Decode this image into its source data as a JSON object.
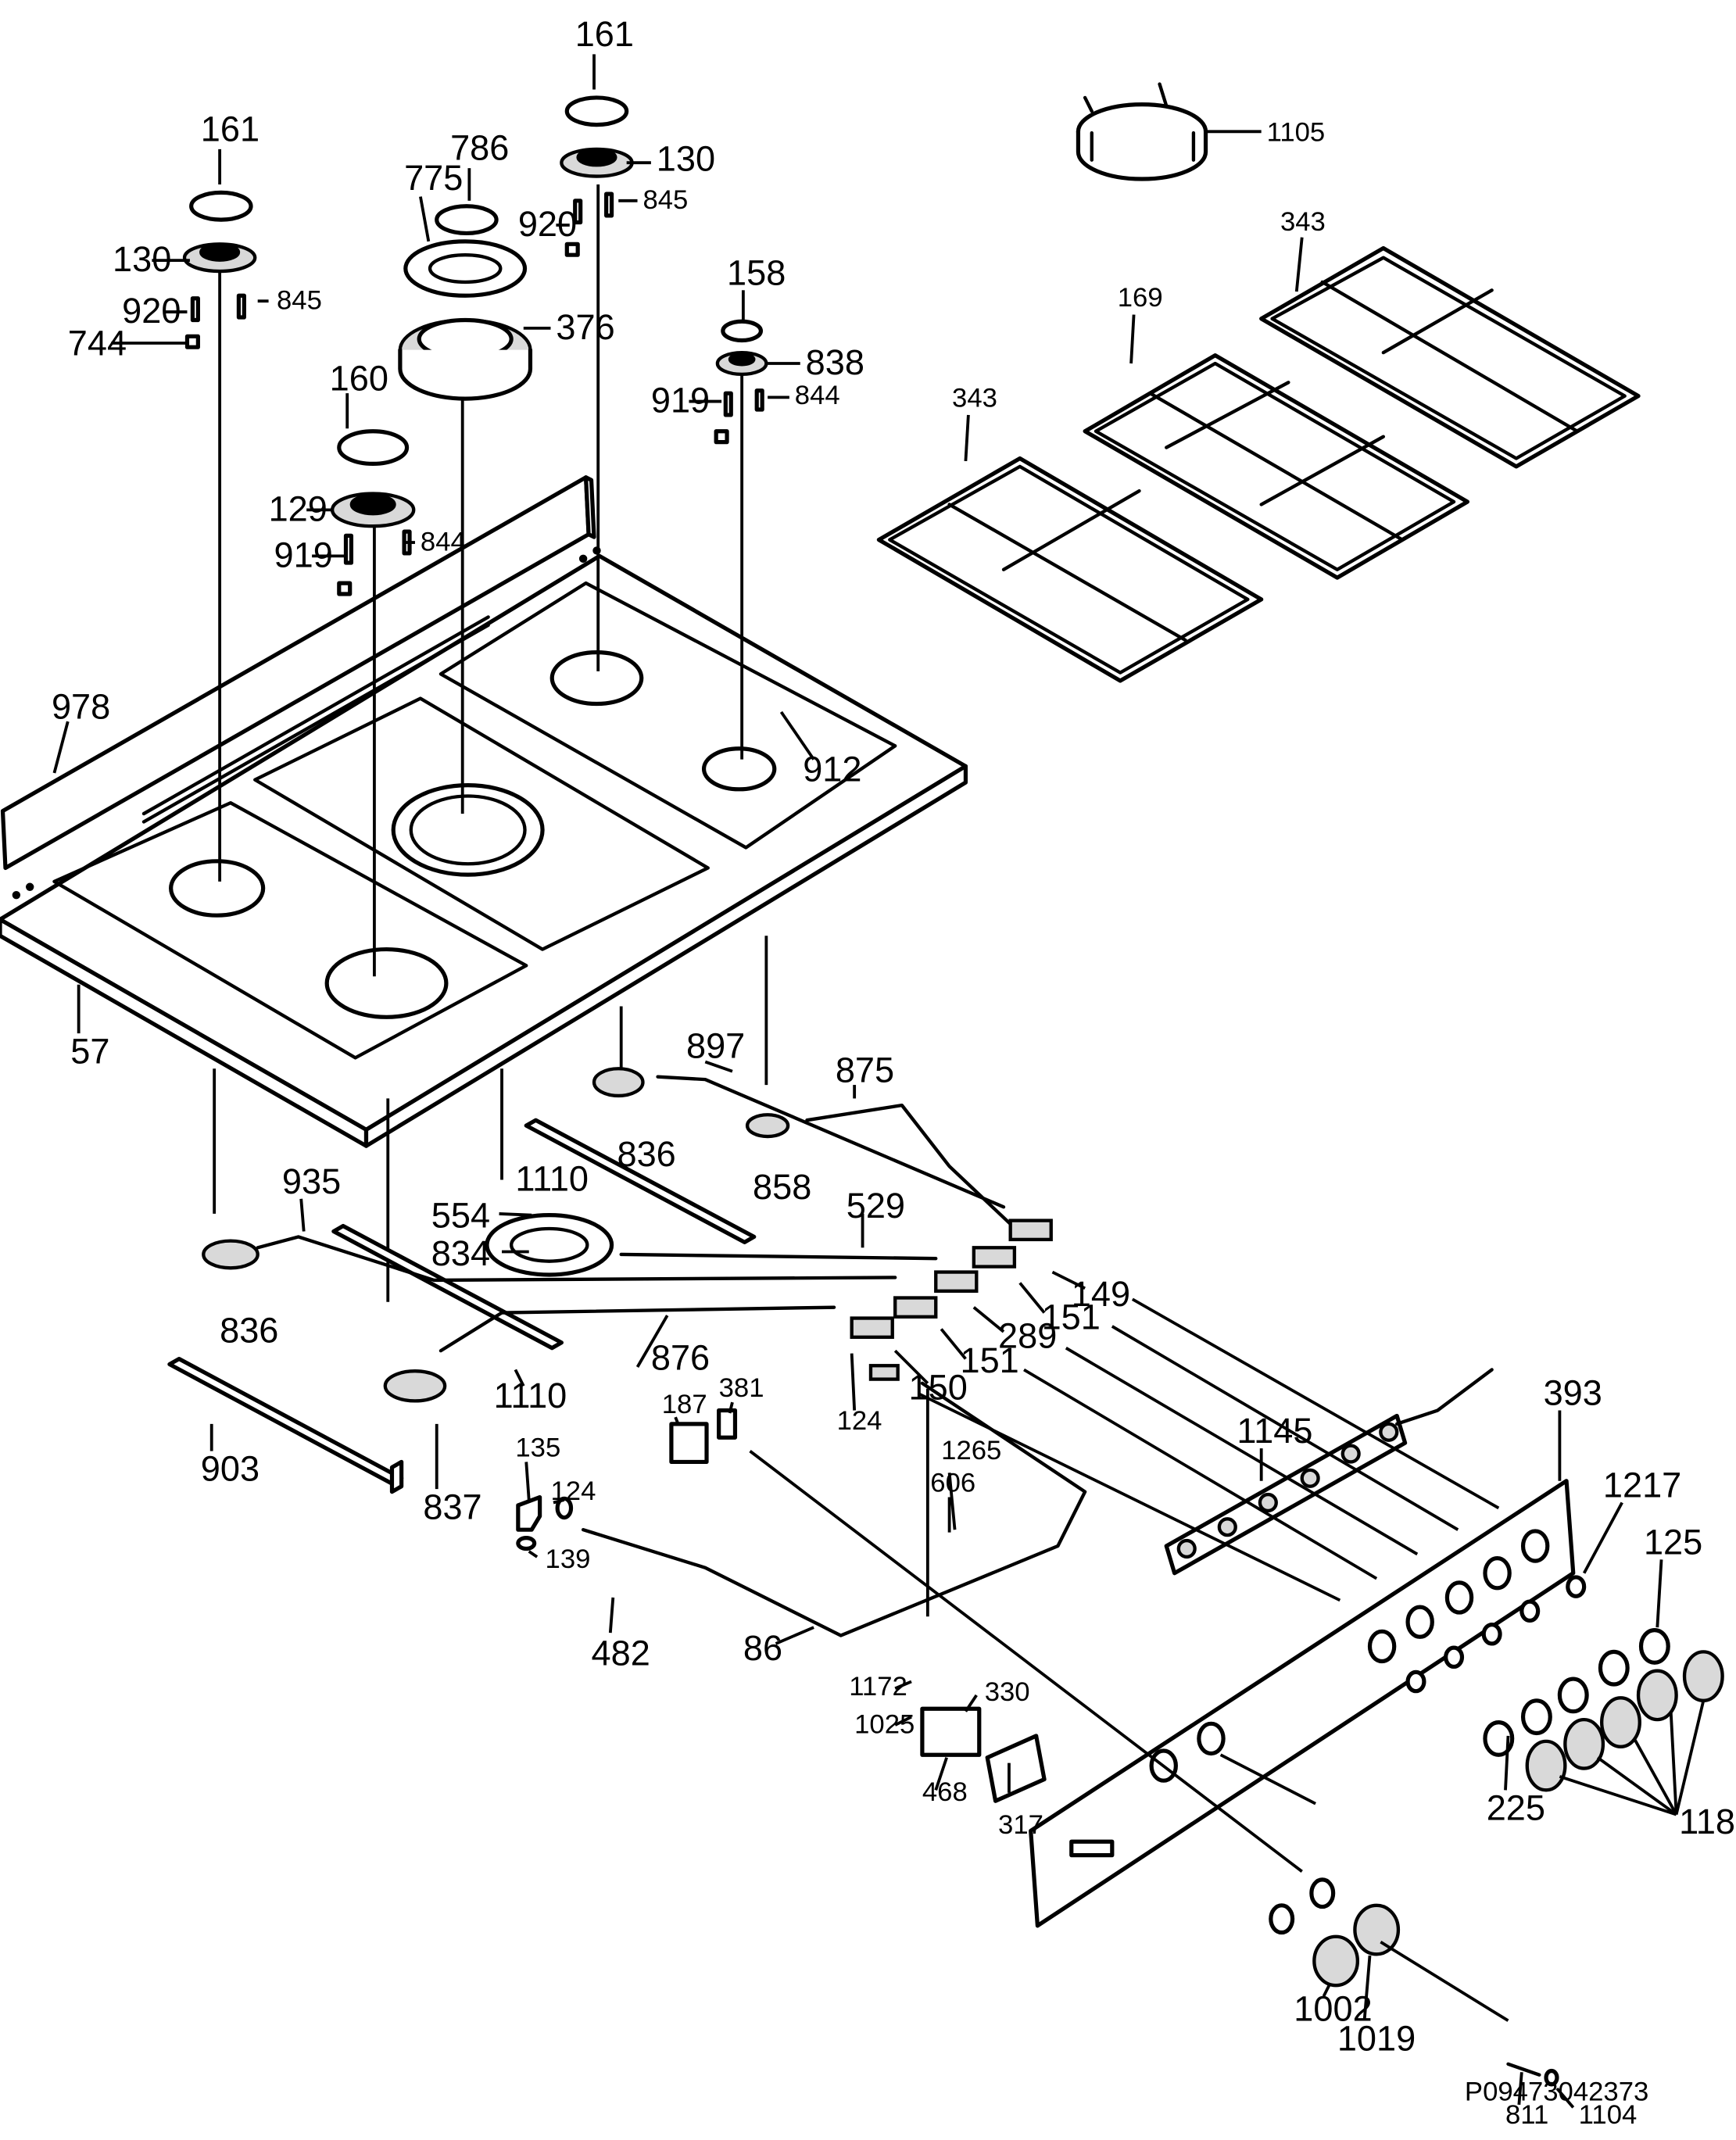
{
  "diagram": {
    "document_reference": "P09473042373",
    "labels": {
      "57": "57",
      "86": "86",
      "124": "124",
      "124b": "124",
      "125": "125",
      "129": "129",
      "130a": "130",
      "130b": "130",
      "135": "135",
      "139": "139",
      "149": "149",
      "150": "150",
      "151a": "151",
      "151b": "151",
      "158": "158",
      "160": "160",
      "161a": "161",
      "161b": "161",
      "169": "169",
      "187": "187",
      "225": "225",
      "289": "289",
      "317": "317",
      "330": "330",
      "343a": "343",
      "343b": "343",
      "376": "376",
      "381": "381",
      "393": "393",
      "468": "468",
      "482": "482",
      "529": "529",
      "554": "554",
      "606": "606",
      "744": "744",
      "775": "775",
      "786": "786",
      "811": "811",
      "834": "834",
      "836a": "836",
      "836b": "836",
      "837": "837",
      "838": "838",
      "844a": "844",
      "844b": "844",
      "845a": "845",
      "845b": "845",
      "858": "858",
      "875": "875",
      "876": "876",
      "897": "897",
      "903": "903",
      "912": "912",
      "919a": "919",
      "919b": "919",
      "920a": "920",
      "920b": "920",
      "935": "935",
      "978": "978",
      "1002": "1002",
      "1019": "1019",
      "1025": "1025",
      "1104": "1104",
      "1105": "1105",
      "1110a": "1110",
      "1110b": "1110",
      "1145": "1145",
      "1172": "1172",
      "1217": "1217",
      "1265": "1265",
      "118": "118"
    }
  }
}
